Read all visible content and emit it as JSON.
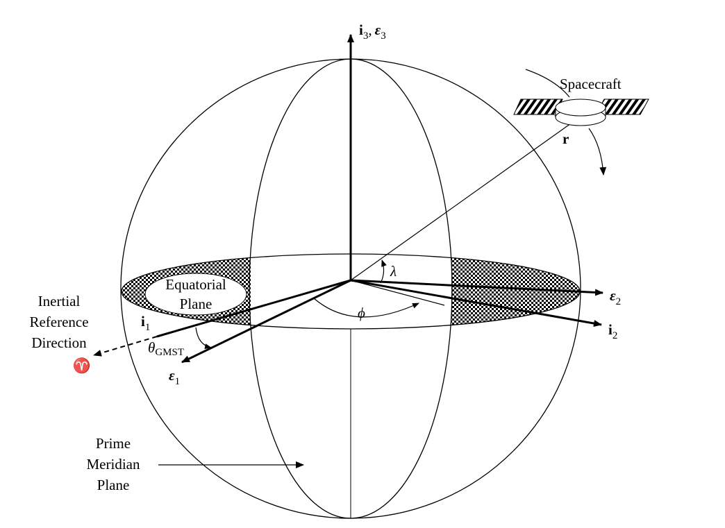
{
  "figure": {
    "axis_i3": "i",
    "axis_i3_sub": "3",
    "axis_e3": "ε",
    "axis_e3_sub": "3",
    "axis_i3_sep": ",",
    "spacecraft_label": "Spacecraft",
    "r_label": "r",
    "lambda_label": "λ",
    "phi_label": "ϕ",
    "e2_label": "ε",
    "e2_sub": "2",
    "i2_label": "i",
    "i2_sub": "2",
    "i1_label": "i",
    "i1_sub": "1",
    "e1_label": "ε",
    "e1_sub": "1",
    "theta_label": "θ",
    "theta_sub": "GMST",
    "equatorial_line1": "Equatorial",
    "equatorial_line2": "Plane",
    "inertial_line1": "Inertial",
    "inertial_line2": "Reference",
    "inertial_line3": "Direction",
    "aries_symbol": "♈",
    "prime_line1": "Prime",
    "prime_line2": "Meridian",
    "prime_line3": "Plane"
  },
  "colors": {
    "ink": "#000000",
    "background": "#ffffff",
    "spacecraft_shadow": "#9a9a9a"
  }
}
